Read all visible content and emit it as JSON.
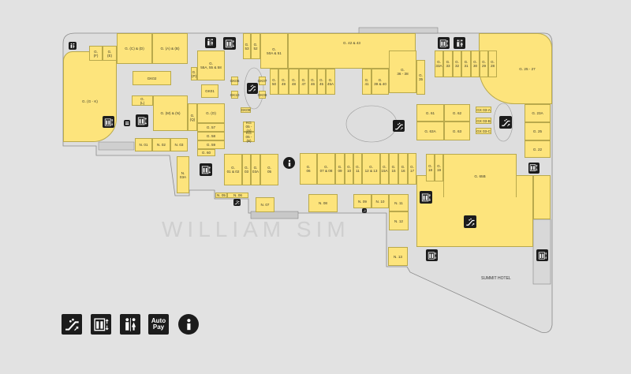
{
  "map": {
    "watermark": "WILLIAM SIM",
    "colors": {
      "store": "#fde47c",
      "floor": "#dedede",
      "icon": "#1c1c1c"
    },
    "summit_hotel": "SUMMIT HOTEL"
  },
  "stores": [
    "G.\n(F)",
    "G.\n(E)",
    "G. (C) & (D)",
    "G. (A) & (B)",
    "G. (G - K)",
    "GK02",
    "G.\n(P)",
    "G.\n55A, 55 & 58",
    "GK01",
    "G.\n(L)",
    "G. (M) & (N)",
    "G.\n(Q)",
    "G. (O)",
    "G. 57",
    "G. 58",
    "G. 59",
    "G. 60",
    "N. 01",
    "N. 02",
    "N. 03",
    "N. 03A",
    "G.\n01 & 02",
    "G.\n03",
    "G.\n03A",
    "G.\n05",
    "GK06",
    "GK10",
    "GK07",
    "GK08",
    "GK09",
    "KG\n05 - (A)",
    "KG\n05 - (B)",
    "G.\n53",
    "G.\n52",
    "G.\n50A & 51",
    "G. 42 & 43",
    "G.\n50",
    "G.\n49",
    "G.\n48",
    "G.\n47",
    "G.\n46",
    "G.\n45",
    "G.\n45A",
    "G.\n41",
    "G.\n39 & 40",
    "G.\n36 - 38",
    "G.\n35",
    "G.\n33A",
    "G.\n33",
    "G.\n32",
    "G.\n31",
    "G.\n30",
    "G.\n29",
    "G.\n28",
    "G. 25 - 27",
    "G. 23A",
    "G. 25",
    "G. 22",
    "G. 61",
    "G. 62",
    "G. 63A",
    "G. 63",
    "GX 03-A",
    "GX 03-B",
    "GX 03-C",
    "G.\n06",
    "G.\n07 & 08",
    "G.\n09",
    "G.\n10",
    "G.\n11",
    "G.\n12 & 13",
    "G.\n15A",
    "G.\n15",
    "G.\n16",
    "G.\n17",
    "G.\n18",
    "G.\n19",
    "G. 65B",
    "N. 05",
    "N. 06",
    "N. 07",
    "N. 08",
    "N. 09",
    "N. 10",
    "N. 11",
    "N. 12",
    "N. 13"
  ],
  "legend": [
    {
      "icon": "escalator"
    },
    {
      "icon": "lift"
    },
    {
      "icon": "toilet"
    },
    {
      "icon": "autopay",
      "line1": "Auto",
      "line2": "Pay"
    },
    {
      "icon": "info"
    }
  ]
}
